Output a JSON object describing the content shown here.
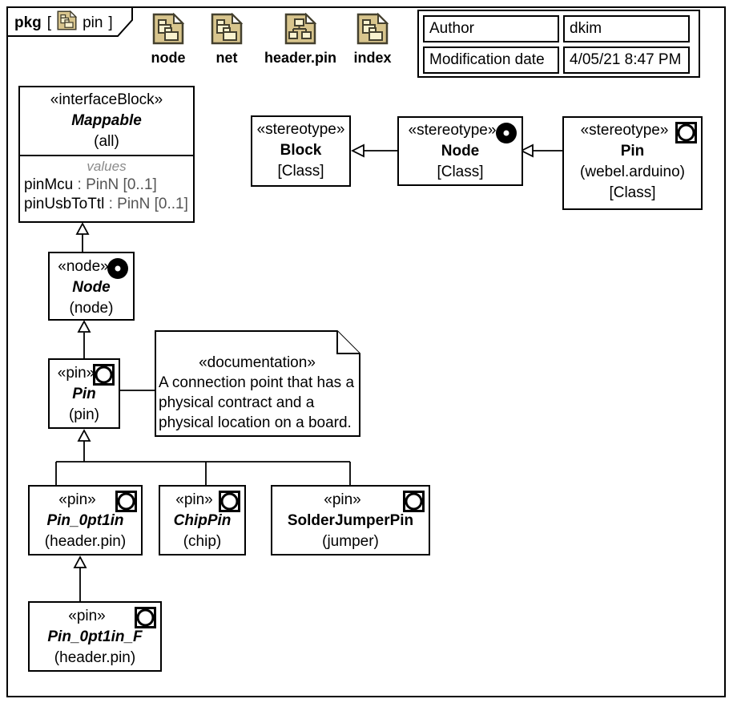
{
  "frame": {
    "tab_keyword": "pkg",
    "tab_open_bracket": "[",
    "tab_name": "pin",
    "tab_close_bracket": "]"
  },
  "shortcuts": [
    {
      "label": "node",
      "icon": "package-file-icon"
    },
    {
      "label": "net",
      "icon": "package-file-icon"
    },
    {
      "label": "header.pin",
      "icon": "hierarchy-file-icon"
    },
    {
      "label": "index",
      "icon": "package-file-icon"
    }
  ],
  "info_table": {
    "rows": [
      {
        "label": "Author",
        "value": "dkim"
      },
      {
        "label": "Modification date",
        "value": "4/05/21 8:47 PM"
      }
    ]
  },
  "blocks": {
    "mappable": {
      "stereotype": "«interfaceBlock»",
      "name": "Mappable",
      "qualifier": "(all)",
      "compartment_label": "values",
      "properties": [
        {
          "name": "pinMcu",
          "type": " : PinN [0..1]"
        },
        {
          "name": "pinUsbToTtl",
          "type": " : PinN [0..1]"
        }
      ]
    },
    "block_stereotype": {
      "stereotype": "«stereotype»",
      "name": "Block",
      "meta": "[Class]"
    },
    "node_stereotype": {
      "stereotype": "«stereotype»",
      "name": "Node",
      "meta": "[Class]",
      "icon": "node-icon"
    },
    "pin_stereotype": {
      "stereotype": "«stereotype»",
      "name": "Pin",
      "qualifier": "(webel.arduino)",
      "meta": "[Class]",
      "icon": "pin-icon"
    },
    "node": {
      "stereotype": "«node»",
      "name": "Node",
      "qualifier": "(node)",
      "icon": "node-icon"
    },
    "pin": {
      "stereotype": "«pin»",
      "name": "Pin",
      "qualifier": "(pin)",
      "icon": "pin-icon"
    },
    "pin_0pt1in": {
      "stereotype": "«pin»",
      "name": "Pin_0pt1in",
      "qualifier": "(header.pin)",
      "icon": "pin-icon"
    },
    "chip_pin": {
      "stereotype": "«pin»",
      "name": "ChipPin",
      "qualifier": "(chip)",
      "icon": "pin-icon"
    },
    "solder_jumper_pin": {
      "stereotype": "«pin»",
      "name": "SolderJumperPin",
      "qualifier": "(jumper)",
      "icon": "pin-icon"
    },
    "pin_0pt1in_f": {
      "stereotype": "«pin»",
      "name": "Pin_0pt1in_F",
      "qualifier": "(header.pin)",
      "icon": "pin-icon"
    }
  },
  "note": {
    "stereotype": "«documentation»",
    "text": "A connection point that has a physical contract and a physical location on a board."
  },
  "colors": {
    "line": "#000000",
    "icon_tan": "#d8c58d",
    "icon_cream": "#f9f2cf",
    "gray_label": "#8a8a8a",
    "type_text": "#555555",
    "background": "#ffffff"
  }
}
